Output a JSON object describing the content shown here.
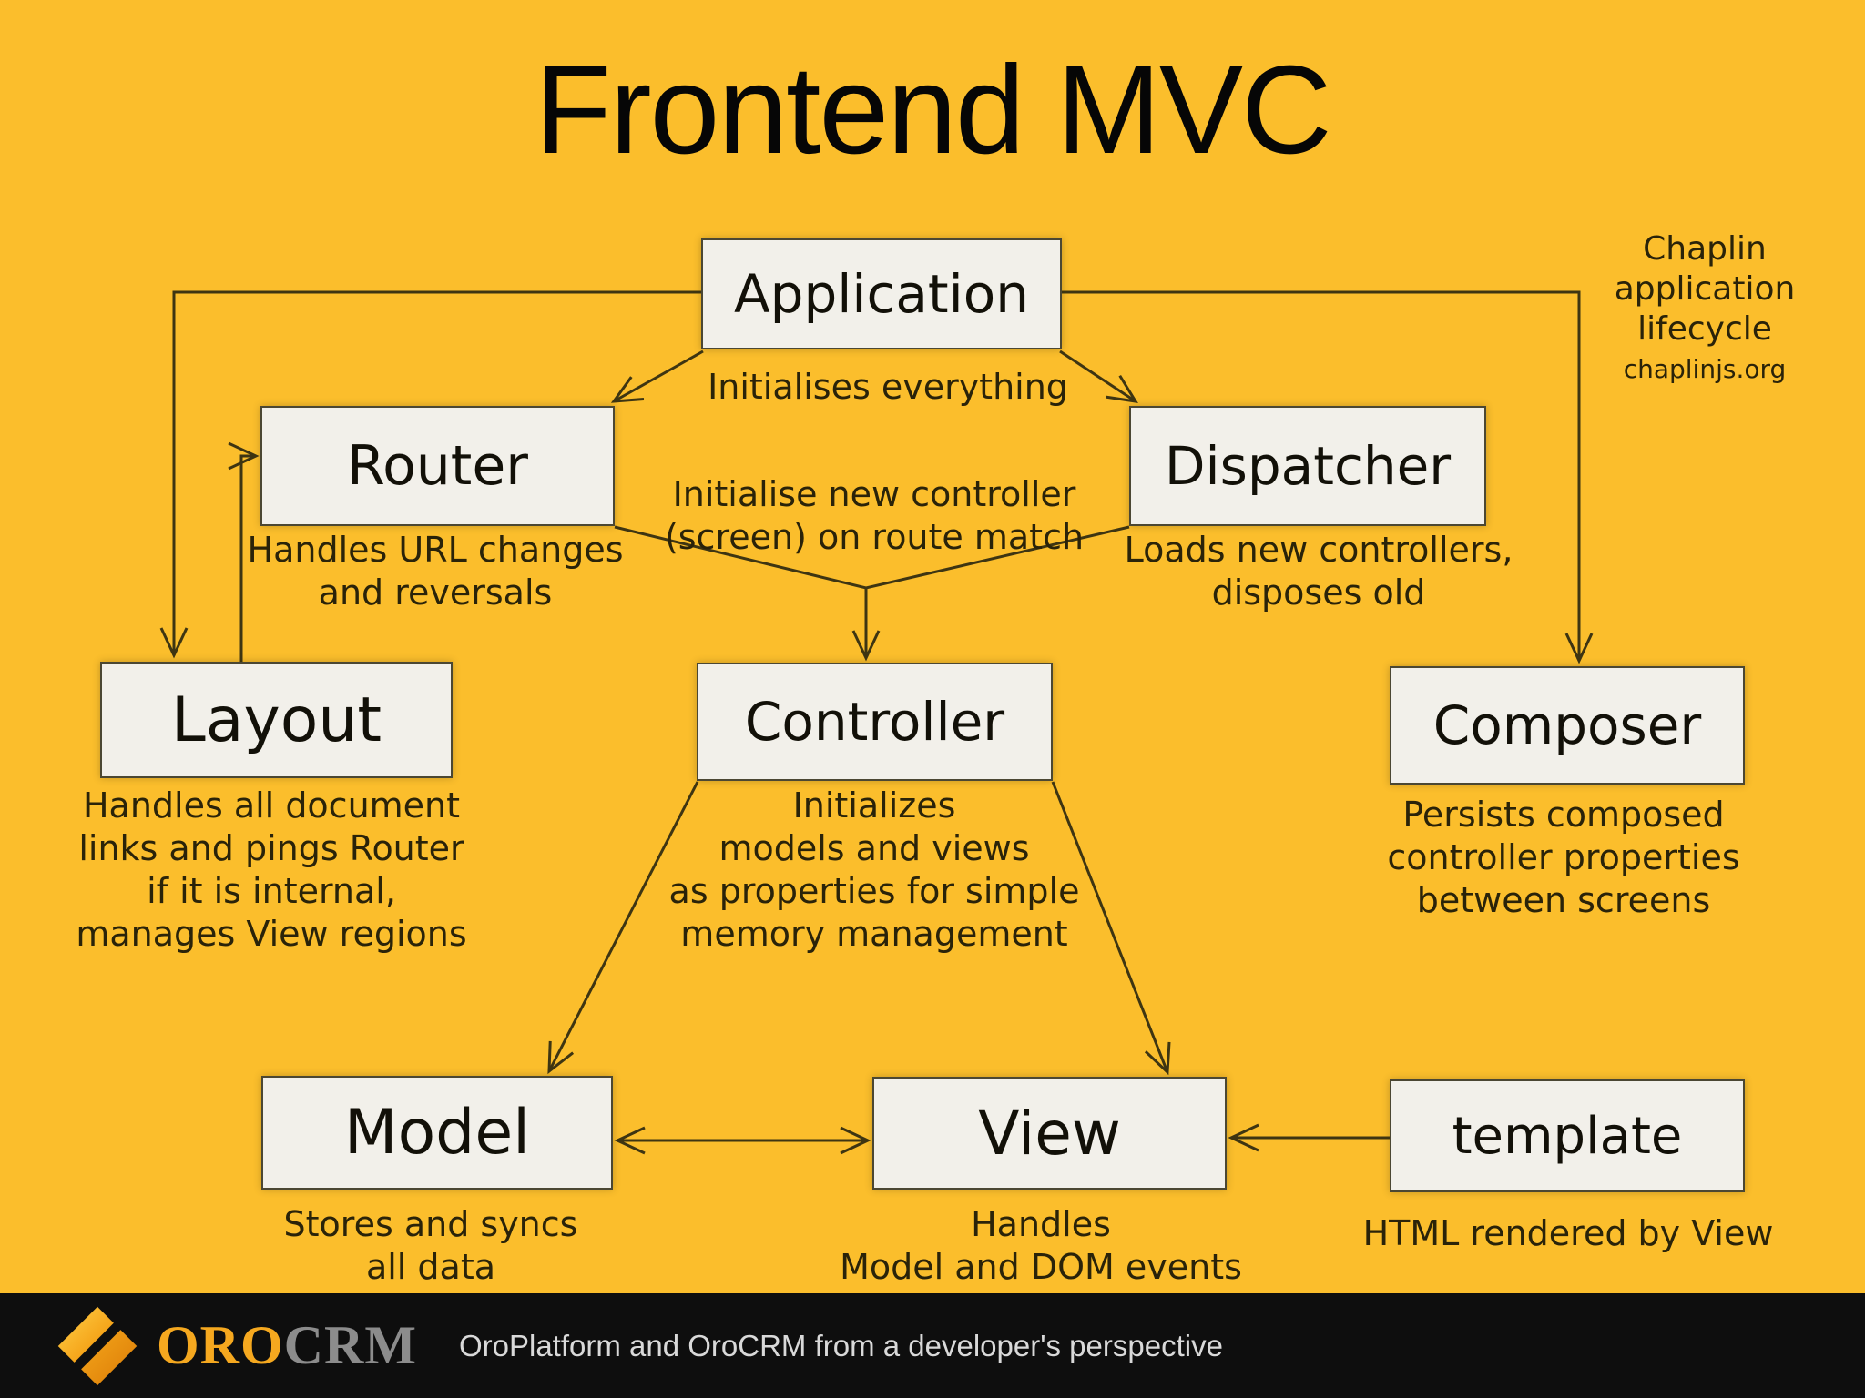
{
  "title": "Frontend MVC",
  "side_note": {
    "line1": "Chaplin",
    "line2": "application",
    "line3": "lifecycle",
    "url": "chaplinjs.org"
  },
  "nodes": {
    "application": {
      "label": "Application",
      "caption": "Initialises everything"
    },
    "router": {
      "label": "Router",
      "caption": "Handles URL changes\nand reversals"
    },
    "dispatcher": {
      "label": "Dispatcher",
      "caption": "Loads new controllers,\ndisposes old"
    },
    "layout": {
      "label": "Layout",
      "caption": "Handles all document\nlinks and pings Router\nif it is internal,\nmanages View regions"
    },
    "controller": {
      "label": "Controller",
      "caption": "Initializes\nmodels and views\nas properties for simple\nmemory management"
    },
    "composer": {
      "label": "Composer",
      "caption": "Persists composed\ncontroller properties\nbetween screens"
    },
    "model": {
      "label": "Model",
      "caption": "Stores and syncs\nall data"
    },
    "view": {
      "label": "View",
      "caption": "Handles\nModel and DOM events"
    },
    "template": {
      "label": "template",
      "caption": "HTML rendered by View"
    }
  },
  "edge_labels": {
    "route_match": "Initialise new controller\n(screen) on route match"
  },
  "footer": {
    "brand_oro": "ORO",
    "brand_crm": "CRM",
    "caption": "OroPlatform and OroCRM from a developer's perspective"
  },
  "colors": {
    "background": "#FBBE2C",
    "box_fill": "#F2F0EA",
    "box_border": "#4B4733",
    "line": "#3E3512",
    "text": "#2A2309",
    "footer_bg": "#0E0E0E",
    "footer_text": "#D9D9D9",
    "brand_gold": "#F5A81F",
    "brand_gray": "#8C8C8C"
  }
}
